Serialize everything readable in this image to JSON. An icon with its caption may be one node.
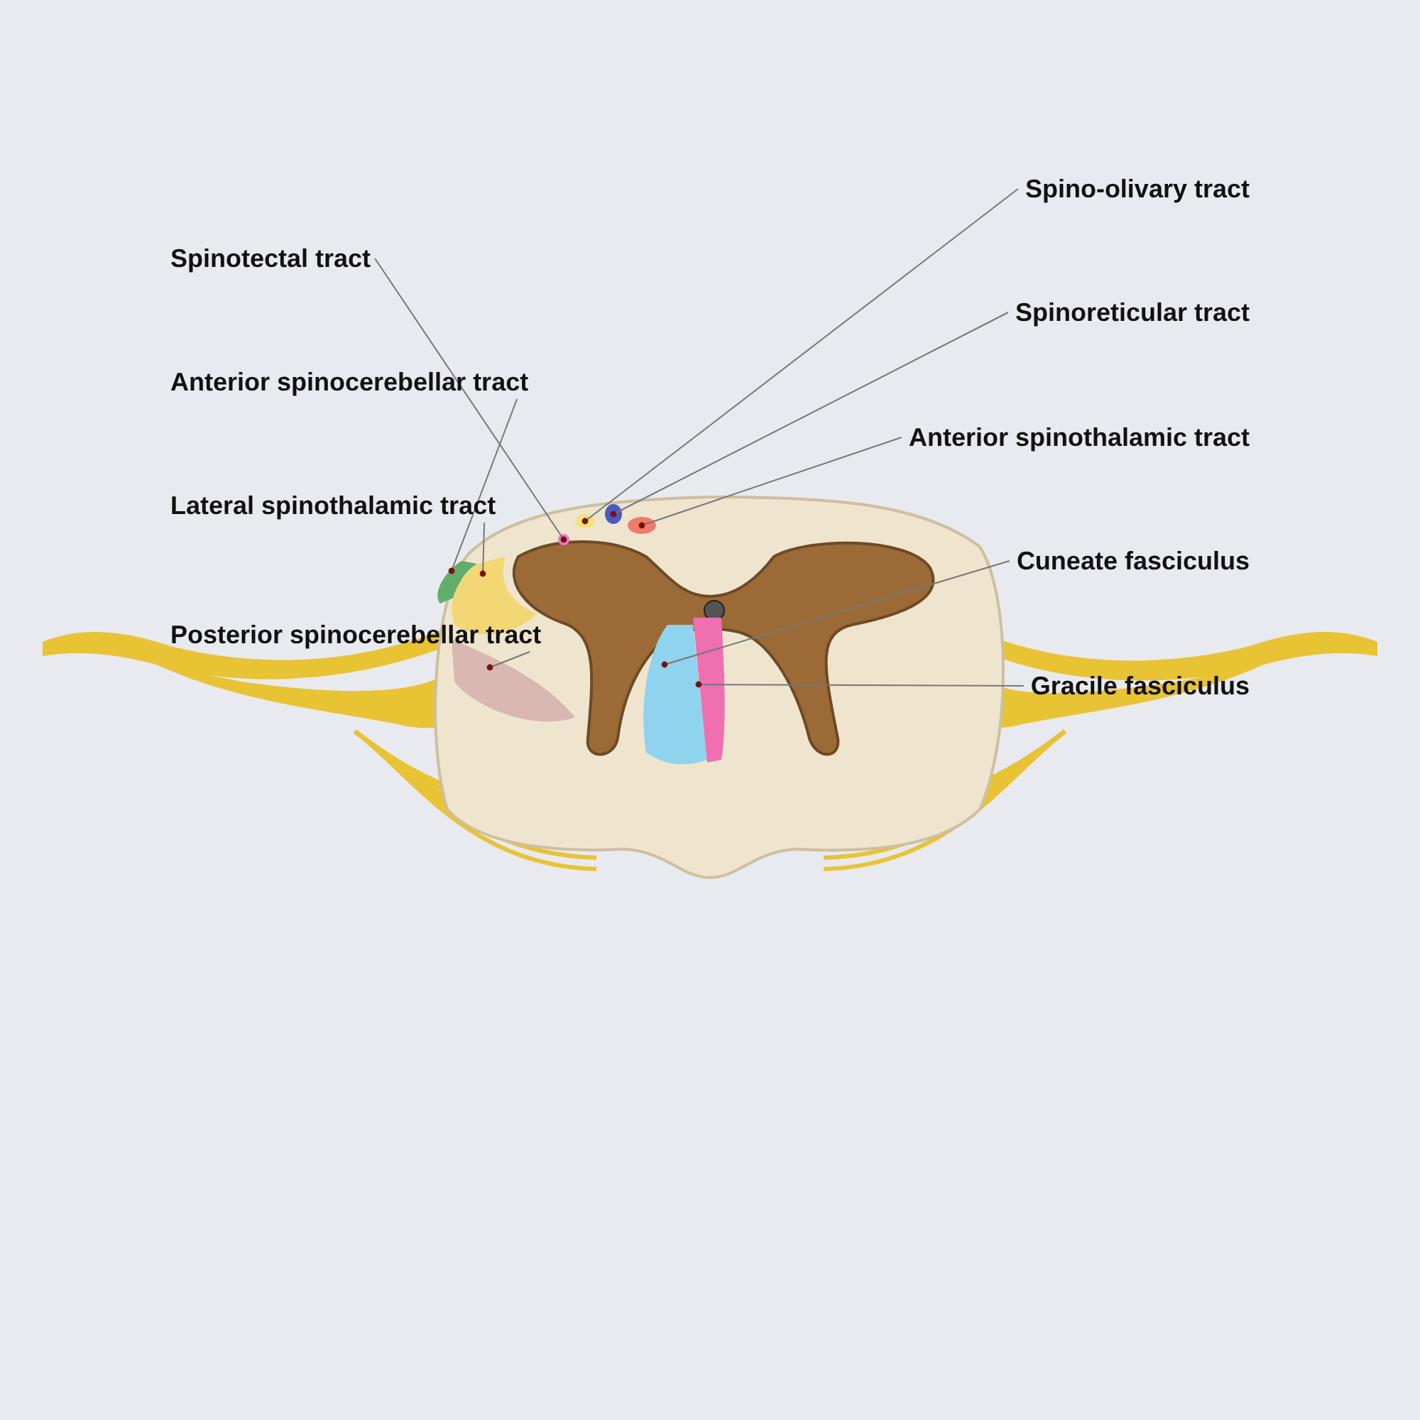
{
  "diagram": {
    "nodes": [
      {
        "text": [
          "Spinotectal tract"
        ]
      },
      {
        "text": [
          "Anterior spinocerebellar tract"
        ]
      },
      {
        "text": [
          "Lateral spinothalamic tract"
        ]
      },
      {
        "text": [
          "Posterior spinocerebellar tract"
        ]
      },
      {
        "text": [
          "Spino-olivary tract"
        ]
      },
      {
        "text": [
          "Spinoreticular tract"
        ]
      },
      {
        "text": [
          "Anterior spinothalamic tract"
        ]
      },
      {
        "text": [
          "Cuneate fasciculus"
        ]
      },
      {
        "text": [
          "Gracile fasciculus"
        ]
      }
    ],
    "edges": [
      {
        "from": 0,
        "to": null,
        "arrow": "other"
      },
      {
        "from": 1,
        "to": null,
        "arrow": "other"
      },
      {
        "from": 2,
        "to": null,
        "arrow": "other"
      },
      {
        "from": 3,
        "to": null,
        "arrow": "other"
      },
      {
        "from": 4,
        "to": null,
        "arrow": "other"
      },
      {
        "from": 5,
        "to": null,
        "arrow": "other"
      },
      {
        "from": 6,
        "to": null,
        "arrow": "other"
      },
      {
        "from": 7,
        "to": null,
        "arrow": "other"
      },
      {
        "from": 8,
        "to": null,
        "arrow": "other"
      }
    ]
  }
}
